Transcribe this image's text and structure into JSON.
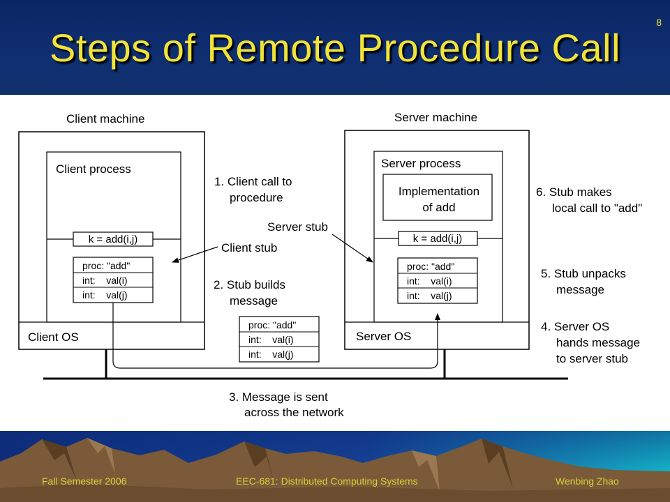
{
  "slide": {
    "title": "Steps of Remote Procedure Call",
    "number": "8"
  },
  "diagram": {
    "client_machine": "Client machine",
    "client_process": "Client process",
    "client_call": "k = add(i,j)",
    "client_os": "Client OS",
    "server_machine": "Server machine",
    "server_process": "Server process",
    "impl_line1": "Implementation",
    "impl_line2": "of add",
    "server_call": "k = add(i,j)",
    "server_os": "Server OS",
    "client_stub_label": "Client stub",
    "server_stub_label": "Server stub",
    "msg_client": [
      "proc: \"add\"",
      "int:    val(i)",
      "int:    val(j)"
    ],
    "msg_net": [
      "proc: \"add\"",
      "int:    val(i)",
      "int:    val(j)"
    ],
    "msg_server": [
      "proc: \"add\"",
      "int:    val(i)",
      "int:    val(j)"
    ],
    "steps": {
      "s1_line1": "1. Client call to",
      "s1_line2": "procedure",
      "s2_line1": "2. Stub builds",
      "s2_line2": "message",
      "s3_line1": "3. Message is sent",
      "s3_line2": "across the network",
      "s4_line1": "4. Server OS",
      "s4_line2": "hands message",
      "s4_line3": "to server stub",
      "s5_line1": "5. Stub unpacks",
      "s5_line2": "message",
      "s6_line1": "6. Stub makes",
      "s6_line2": "local call to \"add\""
    }
  },
  "footer": {
    "left": "Fall Semester 2006",
    "center": "EEC-681: Distributed Computing Systems",
    "right": "Wenbing Zhao"
  },
  "colors": {
    "header_bg": "#0f2f72",
    "title": "#f2e33a",
    "footer_sky": "#1a3a8a",
    "footer_text": "#d9cf3a"
  }
}
